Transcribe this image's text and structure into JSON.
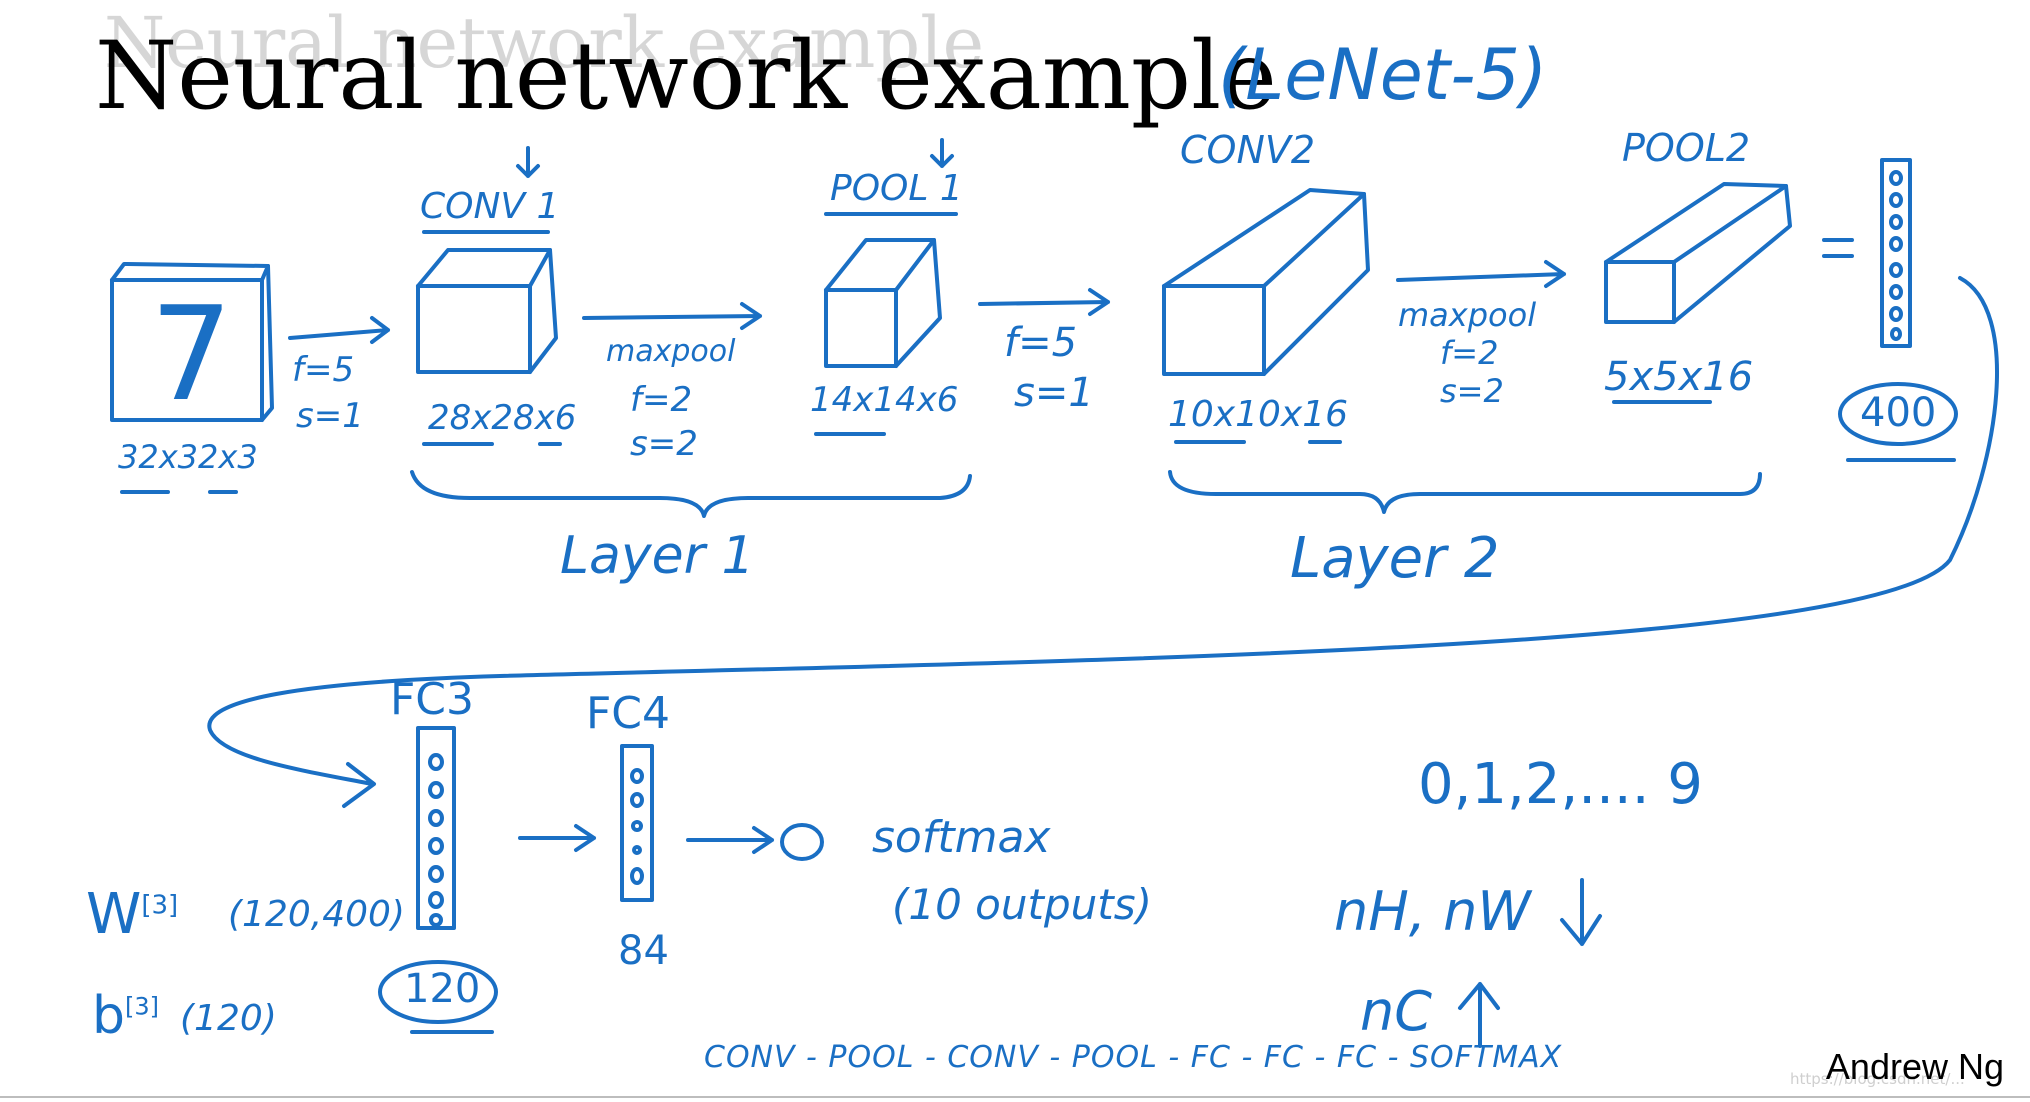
{
  "slide": {
    "title": "Neural network example",
    "title_ghost": "Neural network example",
    "subtitle": "(LeNet-5)",
    "author": "Andrew Ng",
    "watermark": "https://blog.csdn.net/..."
  },
  "colors": {
    "ink": "#1a6fc4",
    "title": "#000000"
  },
  "layer1": {
    "input_digit": "7",
    "input_dims": "32x32x3",
    "conv_label": "CONV 1",
    "conv_params": [
      "f=5",
      "s=1"
    ],
    "conv_dims": "28x28x6",
    "pool_op": "maxpool",
    "pool_params": [
      "f=2",
      "s=2"
    ],
    "pool_label": "POOL 1",
    "pool_dims": "14x14x6",
    "brace_label": "Layer 1"
  },
  "layer2": {
    "conv_params": [
      "f=5",
      "s=1"
    ],
    "conv_label": "CONV2",
    "conv_dims": "10x10x16",
    "pool_op": "maxpool",
    "pool_params": [
      "f=2",
      "s=2"
    ],
    "pool_label": "POOL2",
    "pool_dims": "5x5x16",
    "brace_label": "Layer 2"
  },
  "flatten": {
    "equals": "=",
    "units": "400"
  },
  "fc": {
    "fc3_label": "FC3",
    "fc3_units": "120",
    "w3": "W",
    "w3_sup": "[3]",
    "w3_shape": "(120,400)",
    "b3": "b",
    "b3_sup": "[3]",
    "b3_shape": "(120)",
    "fc4_label": "FC4",
    "fc4_units": "84",
    "softmax": "softmax",
    "softmax_note": "(10 outputs)"
  },
  "notes": {
    "classes": "0,1,2,.... 9",
    "nh_nw": "nH, nW",
    "down_arrow": "↓",
    "nc": "nC",
    "up_arrow": "↑",
    "architecture": "CONV - POOL - CONV - POOL - FC - FC - FC - SOFTMAX"
  }
}
